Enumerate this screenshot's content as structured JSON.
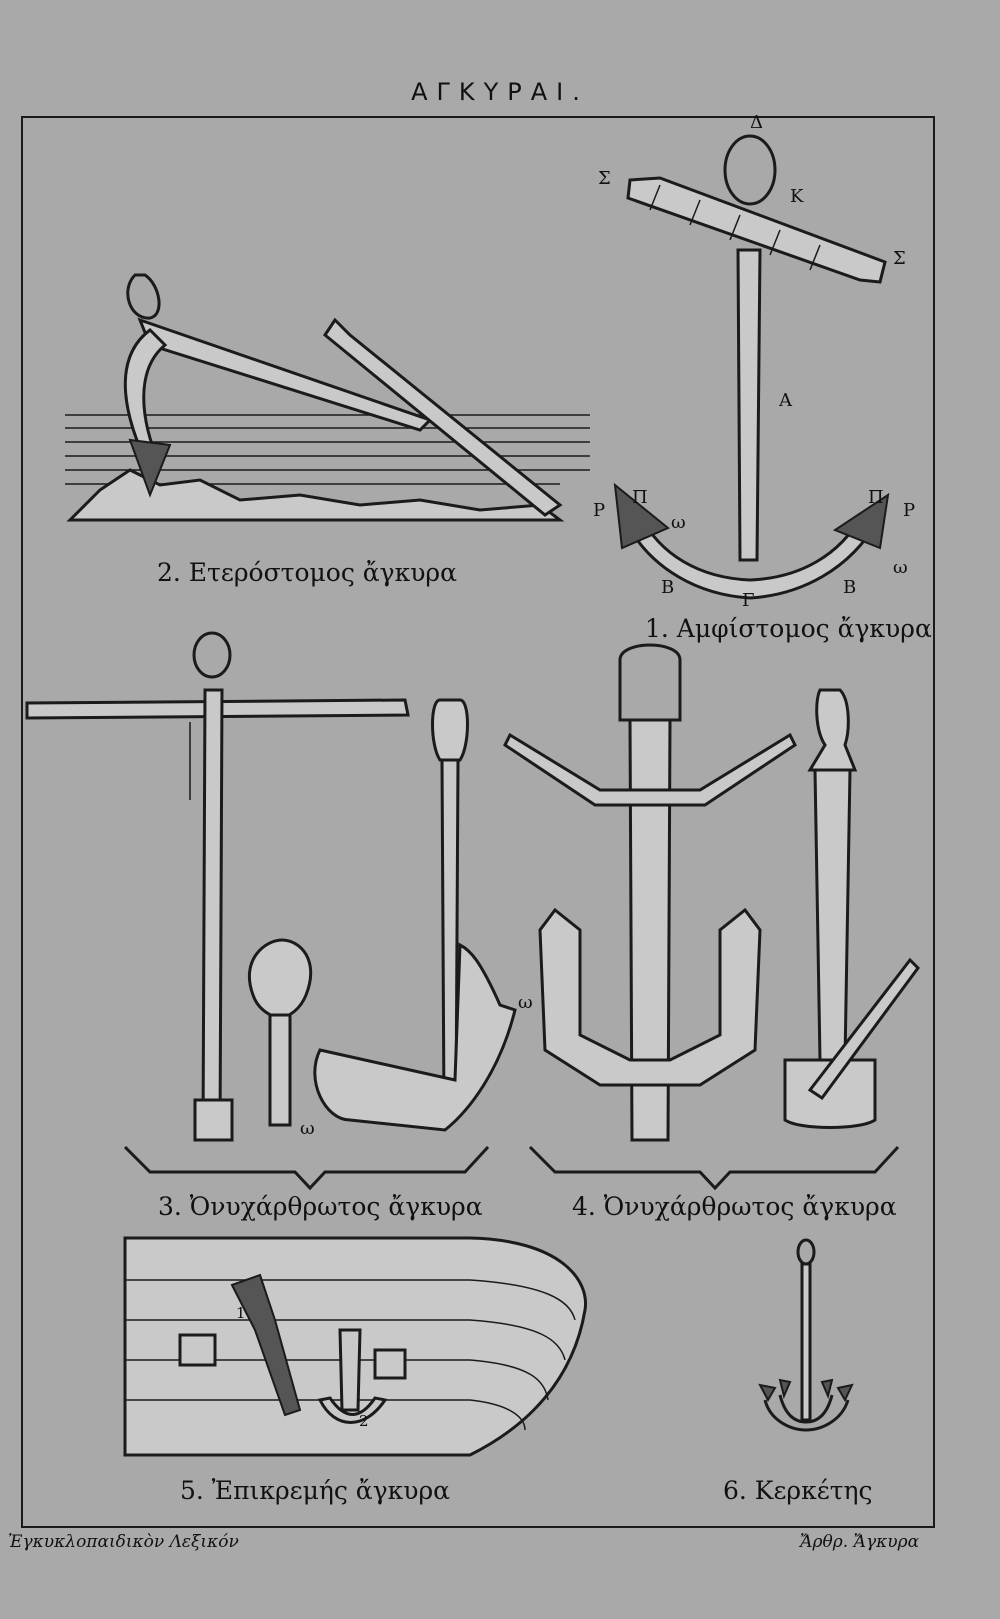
{
  "plate": {
    "title": "ΑΓΚΥΡΑΙ."
  },
  "figures": [
    {
      "caption": "1. Αμφίστομος ἄγκυρα",
      "labels": [
        "Δ",
        "Σ",
        "Κ",
        "Σ",
        "Α",
        "Ρ",
        "Π",
        "ω",
        "Π",
        "Ρ",
        "ω",
        "Β",
        "Γ",
        "Β"
      ]
    },
    {
      "caption": "2. Ετερόστομος ἄγκυρα"
    },
    {
      "caption": "3. Ὀνυχάρθρωτος ἄγκυρα",
      "labels": [
        "ω",
        "ω"
      ]
    },
    {
      "caption": "4. Ὀνυχάρθρωτος ἄγκυρα"
    },
    {
      "caption": "5. Ἐπικρεμής ἄγκυρα",
      "labels": [
        "1",
        "2"
      ]
    },
    {
      "caption": "6. Κερκέτης"
    }
  ],
  "footer": {
    "left": "Ἐγκυκλοπαιδικὸν Λεξικόν",
    "right": "Ἄρθρ. Ἄγκυρα"
  }
}
